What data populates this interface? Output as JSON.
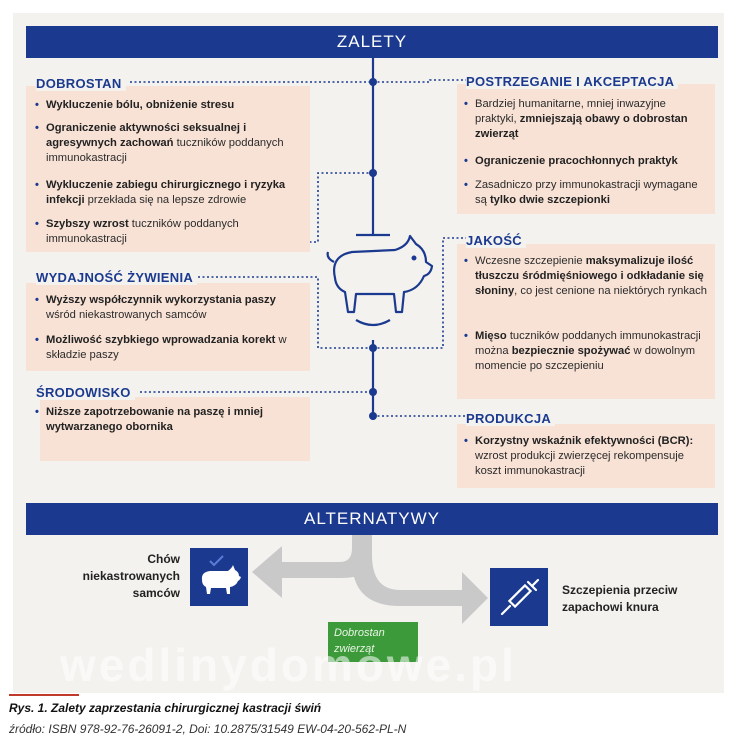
{
  "banner_top": "ZALETY",
  "banner_bottom": "ALTERNATYWY",
  "left": {
    "dobrostan": {
      "title": "DOBROSTAN",
      "items": [
        {
          "b": "Wykluczenie bólu, obniżenie stresu",
          "t": ""
        },
        {
          "b": "Ograniczenie aktywności seksualnej i agresywnych zachowań",
          "t": " tuczników poddanych immunokastracji"
        },
        {
          "b": "Wykluczenie zabiegu chirurgicznego i ryzyka infekcji",
          "t": " przekłada się na lepsze zdrowie"
        },
        {
          "b": "Szybszy wzrost",
          "t": " tuczników poddanych immunokastracji"
        }
      ]
    },
    "wydajnosc": {
      "title": "WYDAJNOŚĆ ŻYWIENIA",
      "items": [
        {
          "b": "Wyższy współczynnik wykorzystania paszy",
          "t": " wśród niekastrowanych samców"
        },
        {
          "b": "Możliwość szybkiego wprowadzania korekt",
          "t": " w składzie paszy"
        }
      ]
    },
    "srodowisko": {
      "title": "ŚRODOWISKO",
      "items": [
        {
          "b": "Niższe zapotrzebowanie na paszę i mniej wytwarzanego obornika",
          "t": ""
        }
      ]
    }
  },
  "right": {
    "postrzeganie": {
      "title": "POSTRZEGANIE I AKCEPTACJA",
      "items": [
        {
          "t1": "Bardziej humanitarne, mniej inwazyjne praktyki, ",
          "b": "zmniejszają obawy o dobrostan zwierząt",
          "t2": ""
        },
        {
          "t1": "",
          "b": "Ograniczenie pracochłonnych praktyk",
          "t2": ""
        },
        {
          "t1": "Zasadniczo przy immunokastracji wymagane są ",
          "b": "tylko dwie szczepionki",
          "t2": ""
        }
      ]
    },
    "jakosc": {
      "title": "JAKOŚĆ",
      "items": [
        {
          "t1": "Wczesne szczepienie ",
          "b": "maksymalizuje ilość tłuszczu śródmięśniowego i odkładanie się słoniny",
          "t2": ", co jest cenione na niektórych rynkach"
        },
        {
          "t1": "",
          "b": "Mięso",
          "t2": " tuczników poddanych immunokastracji można ",
          "b2": "bezpiecznie spożywać",
          "t3": " w dowolnym momencie po szczepieniu"
        }
      ]
    },
    "produkcja": {
      "title": "PRODUKCJA",
      "items": [
        {
          "t1": "",
          "b": "Korzystny wskaźnik efektywności (BCR):",
          "t2": " wzrost produkcji zwierzęcej rekompensuje koszt immunokastracji"
        }
      ]
    }
  },
  "alternatives": {
    "left_label": "Chów niekastrowanych samców",
    "right_label": "Szczepienia przeciw zapachowi knura",
    "green_label": "Dobrostan zwierząt"
  },
  "watermark": "wedlinydomowe.pl",
  "caption": "Rys. 1. Zalety zaprzestania chirurgicznej kastracji świń",
  "source": "źródło: ISBN 978-92-76-26091-2, Doi: 10.2875/31549 EW-04-20-562-PL-N",
  "colors": {
    "navy": "#1b3a8f",
    "peach": "#f8e2d6",
    "green": "#3c9a3a",
    "grey_arrow": "#c9c9c9"
  },
  "icons": [
    "pig-icon",
    "checkmark-icon",
    "syringe-icon"
  ]
}
